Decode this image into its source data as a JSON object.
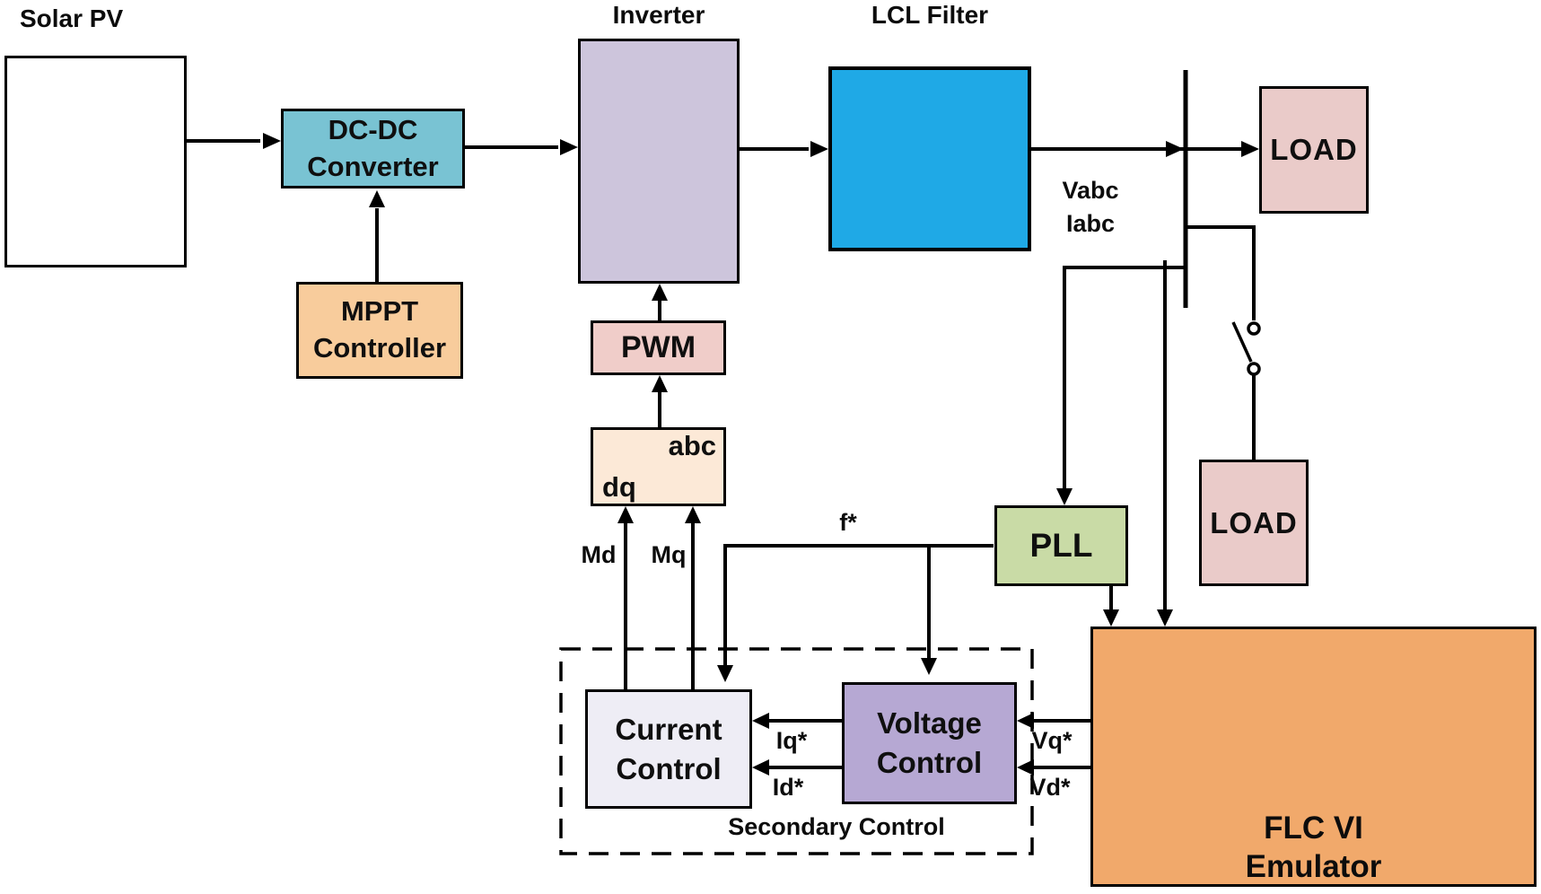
{
  "diagram_type": "block-diagram",
  "titles": {
    "solar_pv": "Solar PV",
    "inverter": "Inverter",
    "lcl_filter": "LCL Filter"
  },
  "blocks": {
    "dcdc_line1": "DC-DC",
    "dcdc_line2": "Converter",
    "mppt_line1": "MPPT",
    "mppt_line2": "Controller",
    "pwm": "PWM",
    "abc": "abc",
    "dq": "dq",
    "load_top": "LOAD",
    "load_switched": "LOAD",
    "pll": "PLL",
    "flc_line1": "FLC VI",
    "flc_line2": "Emulator",
    "voltage_line1": "Voltage",
    "voltage_line2": "Control",
    "current_line1": "Current",
    "current_line2": "Control",
    "secondary_control": "Secondary Control"
  },
  "signals": {
    "vabc": "Vabc",
    "iabc": "Iabc",
    "f_ref": "f*",
    "md": "Md",
    "mq": "Mq",
    "iq_ref": "Iq*",
    "id_ref": "Id*",
    "vq_ref": "Vq*",
    "vd_ref": "Vd*"
  },
  "colors": {
    "dcdc": "#79C3D3",
    "mppt": "#F8CC9C",
    "inverter": "#CDC5DC",
    "pwm": "#F0CDC9",
    "dq_abc": "#FCE9D7",
    "lcl_filter": "#1FA9E6",
    "load": "#EACBC9",
    "pll": "#C9DBA6",
    "flc_emulator": "#F1A96B",
    "voltage_control": "#B6A8D3",
    "current_control": "#EEEDF5",
    "solar_box": "#FFFFFF",
    "wire": "#000000",
    "sun": "#F9CD1B",
    "panel": "#164FA2"
  }
}
